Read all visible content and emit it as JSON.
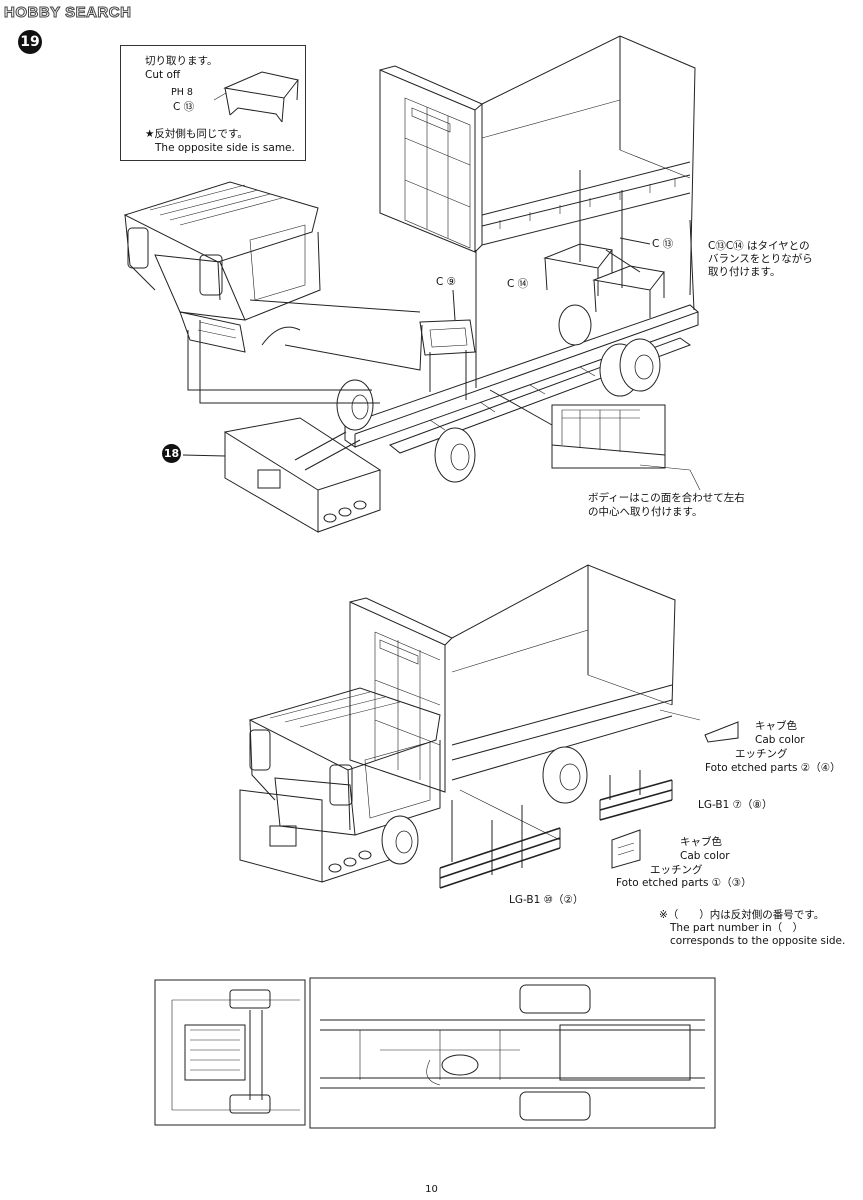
{
  "header": {
    "watermark": "HOBBY SEARCH"
  },
  "step": {
    "number": "19",
    "subassembly_number": "18"
  },
  "inset": {
    "cut_off_ja": "切り取ります。",
    "cut_off_en": "Cut off",
    "ph_ref": "PH 8",
    "part_ref": "C ⑬",
    "opposite_ja": "★反対側も同じです。",
    "opposite_en": "The opposite side is same."
  },
  "top_diagram": {
    "part_c9": "C ⑨",
    "part_c13": "C ⑬",
    "part_c14": "C ⑭",
    "balance_note": [
      "C⑬C⑭ はタイヤとの",
      "バランスをとりながら",
      "取り付けます。"
    ],
    "body_note": [
      "ボディーはこの面を合わせて左右",
      "の中心へ取り付けます。"
    ]
  },
  "bottom_diagram": {
    "upper_etched": {
      "cab_color_ja": "キャブ色",
      "cab_color_en": "Cab color",
      "etching_ja": "エッチング",
      "foto_line": "Foto etched parts ②（④）"
    },
    "lgb1_upper": "LG-B1 ⑦（⑧）",
    "lower_etched": {
      "cab_color_ja": "キャブ色",
      "cab_color_en": "Cab color",
      "etching_ja": "エッチング",
      "foto_line": "Foto etched parts ①（③）"
    },
    "lgb1_lower": "LG-B1 ⑩（②）",
    "note": [
      "※（　　）内は反対側の番号です。",
      "The part number in（　）",
      "corresponds to the opposite side."
    ]
  },
  "footer": {
    "page_number": "10"
  }
}
